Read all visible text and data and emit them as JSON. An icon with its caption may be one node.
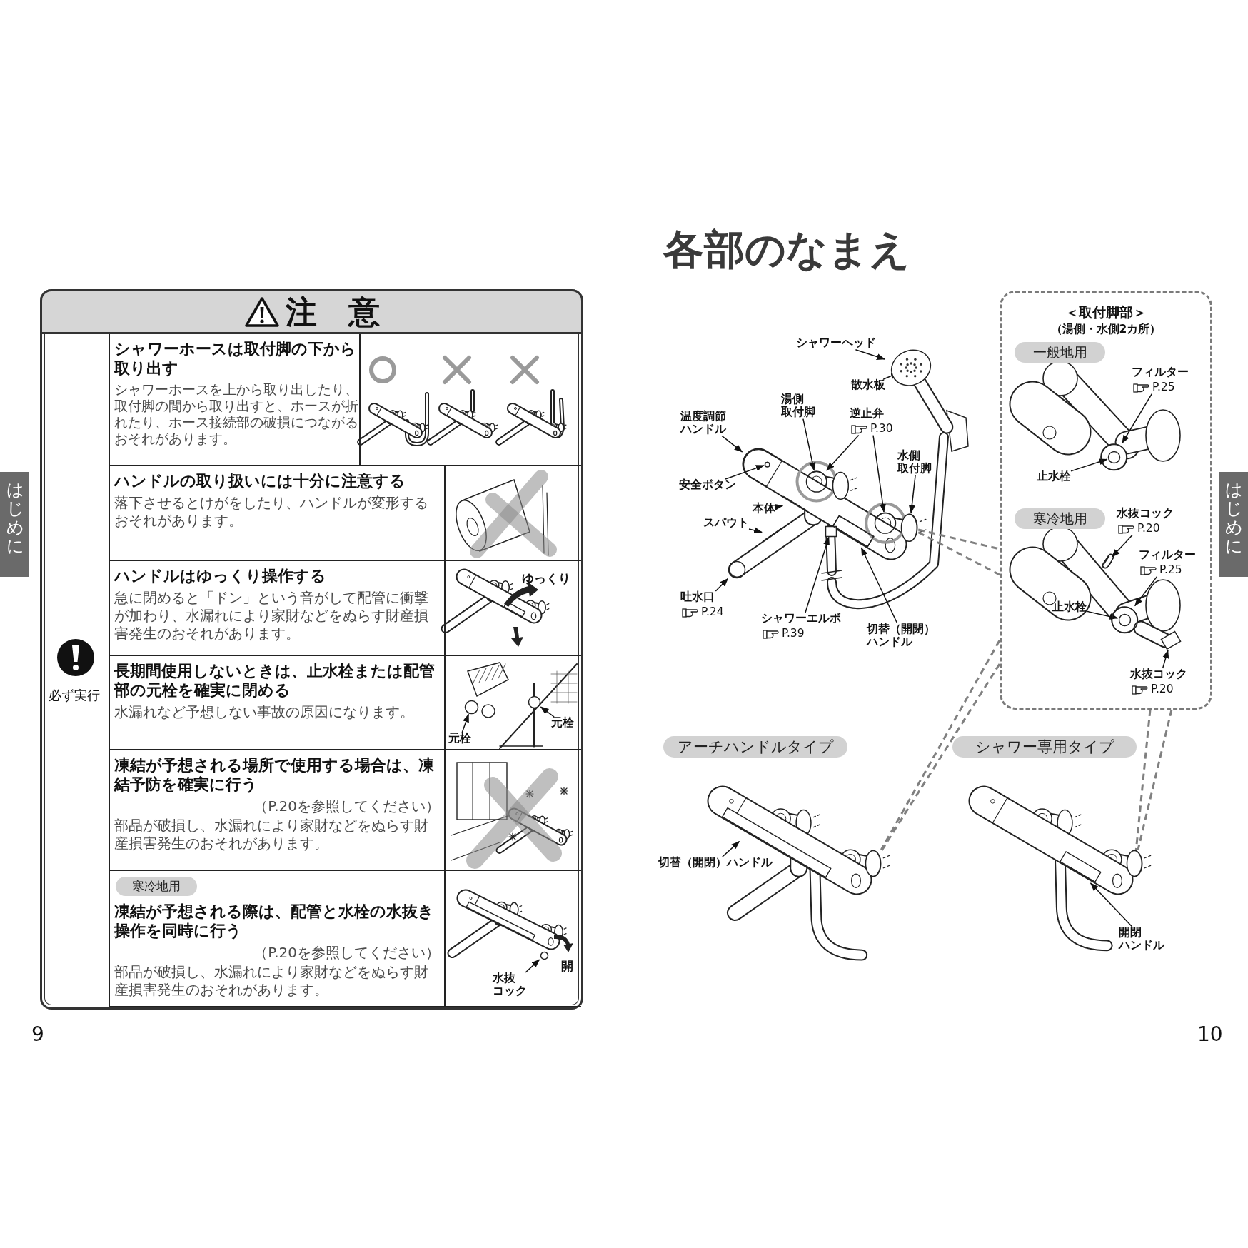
{
  "diagram": {
    "title": "各部のなまえ",
    "nodes": [
      {
        "text": [
          "注　意"
        ]
      },
      {
        "text": [
          "必ず実行"
        ],
        "in": 0
      },
      {
        "text": [
          "シャワーホースは取付脚の下から取り出す",
          "シャワーホースを上から取り出したり、取付脚の間から取り出すと、ホースが折れたり、ホース接続部の破損につながるおそれがあります。"
        ],
        "in": 0
      },
      {
        "text": [
          "ハンドルの取り扱いには十分に注意する",
          "落下させるとけがをしたり、ハンドルが変形するおそれがあります。"
        ],
        "in": 0
      },
      {
        "text": [
          "ハンドルはゆっくり操作する",
          "急に閉めると「ドン」という音がして配管に衝撃が加わり、水漏れにより家財などをぬらす財産損害発生のおそれがあります。"
        ],
        "in": 0
      },
      {
        "text": [
          "長期間使用しないときは、止水栓または配管部の元栓を確実に閉める",
          "水漏れなど予想しない事故の原因になります。"
        ],
        "in": 0
      },
      {
        "text": [
          "凍結が予想される場所で使用する場合は、凍結予防を確実に行う",
          "（P.20を参照してください）",
          "部品が破損し、水漏れにより家財などをぬらす財産損害発生のおそれがあります。"
        ],
        "in": 0
      },
      {
        "text": [
          "凍結が予想される際は、配管と水栓の水抜き操作を同時に行う",
          "（P.20を参照してください）",
          "部品が破損し、水漏れにより家財などをぬらす財産損害発生のおそれがあります。"
        ],
        "in": 0
      },
      {
        "text": [
          "寒冷地用"
        ],
        "in": 7
      },
      {
        "text": [
          "シャワーヘッド"
        ]
      },
      {
        "text": [
          "散水板"
        ]
      },
      {
        "text": [
          "湯側取付脚"
        ]
      },
      {
        "text": [
          "温度調節ハンドル"
        ]
      },
      {
        "text": [
          "逆止弁",
          "P.30"
        ]
      },
      {
        "text": [
          "水側取付脚"
        ]
      },
      {
        "text": [
          "安全ボタン"
        ]
      },
      {
        "text": [
          "本体"
        ]
      },
      {
        "text": [
          "スパウト"
        ]
      },
      {
        "text": [
          "吐水口",
          "P.24"
        ]
      },
      {
        "text": [
          "シャワーエルボ",
          "P.39"
        ]
      },
      {
        "text": [
          "切替（開閉）ハンドル"
        ]
      },
      {
        "text": [
          "＜取付脚部＞",
          "（湯側・水側2カ所）"
        ]
      },
      {
        "text": [
          "一般地用"
        ],
        "in": 21
      },
      {
        "text": [
          "フィルター",
          "P.25"
        ],
        "in": 21
      },
      {
        "text": [
          "止水栓"
        ],
        "in": 21
      },
      {
        "text": [
          "寒冷地用"
        ],
        "in": 21
      },
      {
        "text": [
          "水抜コック",
          "P.20"
        ],
        "in": 21
      },
      {
        "text": [
          "フィルター",
          "P.25"
        ],
        "in": 21
      },
      {
        "text": [
          "止水栓"
        ],
        "in": 21
      },
      {
        "text": [
          "水抜コック",
          "P.20"
        ],
        "in": 21
      },
      {
        "text": [
          "アーチハンドルタイプ"
        ]
      },
      {
        "text": [
          "シャワー専用タイプ"
        ]
      },
      {
        "text": [
          "切替（開閉）ハンドル"
        ]
      },
      {
        "text": [
          "開閉ハンドル"
        ]
      },
      {
        "text": [
          "はじめに"
        ]
      },
      {
        "text": [
          "はじめに"
        ]
      },
      {
        "text": [
          "元栓"
        ],
        "in": 5
      },
      {
        "text": [
          "元栓"
        ],
        "in": 5
      },
      {
        "text": [
          "水抜コック"
        ],
        "in": 7
      },
      {
        "text": [],
        "shape": "circle"
      },
      {
        "text": [],
        "shape": "picture",
        "in": 39
      },
      {
        "text": [],
        "shape": "circle"
      },
      {
        "text": [],
        "shape": "circle"
      },
      {
        "text": [],
        "shape": "circle"
      },
      {
        "text": [],
        "shape": "picture"
      },
      {
        "text": [],
        "shape": "circle",
        "in": 44
      },
      {
        "text": [],
        "shape": "picture"
      },
      {
        "text": [],
        "shape": "picture"
      },
      {
        "text": [],
        "shape": "circle"
      },
      {
        "text": [],
        "shape": "box"
      },
      {
        "text": [],
        "shape": "picture"
      },
      {
        "text": [],
        "shape": "circle",
        "in": 21
      },
      {
        "text": [],
        "shape": "circle",
        "in": 51
      },
      {
        "text": [],
        "shape": "picture",
        "in": 21
      },
      {
        "text": [],
        "shape": "circle",
        "in": 21
      },
      {
        "text": [],
        "shape": "circle",
        "in": 54
      },
      {
        "text": [],
        "shape": "box",
        "in": 21
      },
      {
        "text": [],
        "shape": "picture"
      },
      {
        "text": [],
        "shape": "picture"
      },
      {
        "text": [],
        "shape": "circle",
        "in": 5
      },
      {
        "text": [],
        "shape": "circle",
        "in": 5
      },
      {
        "text": [],
        "shape": "circle",
        "in": 7
      },
      {
        "text": [],
        "shape": "circle"
      },
      {
        "text": [],
        "shape": "circle"
      },
      {
        "text": [],
        "shape": "circle"
      }
    ],
    "edges": [
      {
        "from": 9,
        "to": 39,
        "arrow": "to"
      },
      {
        "from": 10,
        "to": 40,
        "arrow": "to"
      },
      {
        "from": 11,
        "to": 41,
        "arrow": "to"
      },
      {
        "from": 12,
        "to": 44,
        "arrow": "to"
      },
      {
        "from": 13,
        "to": 41,
        "arrow": "to"
      },
      {
        "from": 13,
        "to": 42,
        "arrow": "to"
      },
      {
        "from": 14,
        "to": 43,
        "arrow": "to"
      },
      {
        "from": 15,
        "to": 45,
        "arrow": "to"
      },
      {
        "from": 16,
        "to": 46,
        "arrow": "to"
      },
      {
        "from": 17,
        "to": 47,
        "arrow": "to"
      },
      {
        "from": 18,
        "to": 48,
        "arrow": "to"
      },
      {
        "from": 19,
        "to": 49,
        "arrow": "to"
      },
      {
        "from": 20,
        "to": 50,
        "arrow": "to"
      },
      {
        "from": 23,
        "to": 51,
        "arrow": "to"
      },
      {
        "from": 24,
        "to": 52,
        "arrow": "to"
      },
      {
        "from": 26,
        "to": 53,
        "arrow": "to"
      },
      {
        "from": 27,
        "to": 54,
        "arrow": "to"
      },
      {
        "from": 28,
        "to": 55,
        "arrow": "to"
      },
      {
        "from": 29,
        "to": 56,
        "arrow": "to"
      },
      {
        "from": 32,
        "to": 57,
        "arrow": "to"
      },
      {
        "from": 33,
        "to": 58,
        "arrow": "to"
      },
      {
        "from": 43,
        "to": 21,
        "arrow": "none",
        "style": "dashed",
        "color": "#808080"
      },
      {
        "from": 21,
        "to": 62,
        "arrow": "none",
        "style": "dashed",
        "color": "#808080"
      },
      {
        "from": 21,
        "to": 63,
        "arrow": "none",
        "style": "dashed",
        "color": "#808080"
      },
      {
        "from": 36,
        "to": 59,
        "arrow": "to"
      },
      {
        "from": 37,
        "to": 60,
        "arrow": "to"
      },
      {
        "from": 38,
        "to": 61,
        "arrow": "to"
      }
    ],
    "labels": [
      "ゆっくり",
      "開",
      "9",
      "10"
    ]
  }
}
